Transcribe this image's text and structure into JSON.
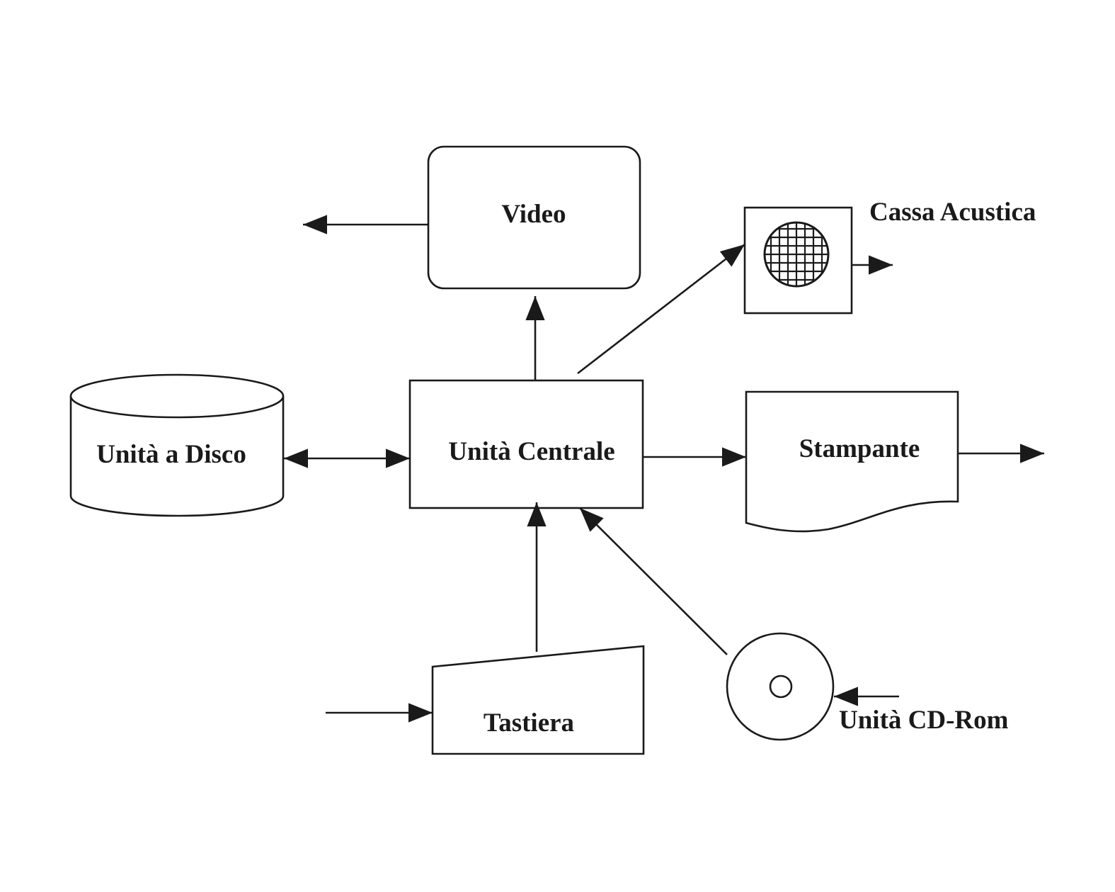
{
  "diagram": {
    "nodes": {
      "video": "Video",
      "cassa_acustica": "Cassa Acustica",
      "unita_disco": "Unità a Disco",
      "unita_centrale": "Unità Centrale",
      "stampante": "Stampante",
      "tastiera": "Tastiera",
      "unita_cdrom": "Unità CD-Rom"
    },
    "edges": [
      {
        "from": "unita_centrale",
        "to": "video"
      },
      {
        "from": "video",
        "to": "output"
      },
      {
        "from": "unita_centrale",
        "to": "cassa_acustica"
      },
      {
        "from": "cassa_acustica",
        "to": "output"
      },
      {
        "from": "unita_centrale",
        "to": "unita_disco",
        "bidirectional": true
      },
      {
        "from": "unita_centrale",
        "to": "stampante"
      },
      {
        "from": "stampante",
        "to": "output"
      },
      {
        "from": "tastiera",
        "to": "unita_centrale"
      },
      {
        "from": "input",
        "to": "tastiera"
      },
      {
        "from": "unita_cdrom",
        "to": "unita_centrale"
      },
      {
        "from": "input",
        "to": "unita_cdrom"
      }
    ]
  }
}
